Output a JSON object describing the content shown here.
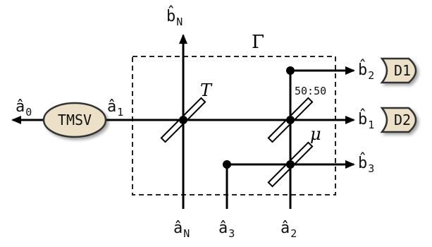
{
  "diagram": {
    "region_label": "Γ",
    "labels": {
      "b_N": "b̂",
      "b_N_sub": "N",
      "b_2": "b̂",
      "b_2_sub": "2",
      "b_1": "b̂",
      "b_1_sub": "1",
      "b_3": "b̂",
      "b_3_sub": "3",
      "a_0": "â",
      "a_0_sub": "0",
      "a_1": "â",
      "a_1_sub": "1",
      "a_N": "â",
      "a_N_sub": "N",
      "a_3": "â",
      "a_3_sub": "3",
      "a_2": "â",
      "a_2_sub": "2"
    },
    "source": {
      "label": "TMSV"
    },
    "detectors": [
      {
        "label": "D1"
      },
      {
        "label": "D2"
      }
    ],
    "beamsplitters": {
      "T": "T",
      "ratio": "50:50",
      "mu": "μ"
    },
    "colors": {
      "line": "#000000",
      "node_fill": "#ede0c8",
      "node_stroke": "#333333",
      "splitter_fill": "#ffffff"
    }
  }
}
